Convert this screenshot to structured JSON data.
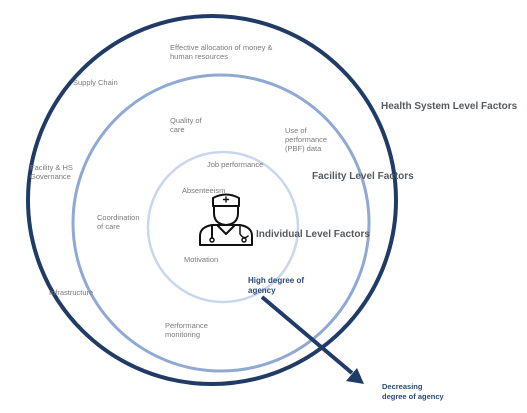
{
  "levels": {
    "health_system": "Health System Level Factors",
    "facility": "Facility Level Factors",
    "individual": "Individual Level Factors"
  },
  "health_system_factors": {
    "allocation": "Effective allocation of money &\nhuman resources",
    "supply_chain": "Supply Chain",
    "governance": "Facility & HS\nGovernance",
    "infrastructure": "Infrastructure"
  },
  "facility_factors": {
    "quality": "Quality of\ncare",
    "pbf": "Use of\nperformance\n(PBF) data",
    "coordination": "Coordination\nof care",
    "monitoring": "Performance\nmonitoring"
  },
  "individual_factors": {
    "job_performance": "Job performance",
    "absenteeism": "Absenteeism",
    "motivation": "Motivation"
  },
  "agency": {
    "high": "High degree of\nagency",
    "decreasing": "Decreasing\ndegree of agency"
  },
  "icons": {
    "center": "health-worker-icon"
  },
  "colors": {
    "outer_ring": "#1f3b66",
    "middle_ring": "#8fa9d4",
    "inner_ring": "#c9d7ee",
    "arrow": "#1f3b66",
    "agency_text": "#2a4a78"
  }
}
